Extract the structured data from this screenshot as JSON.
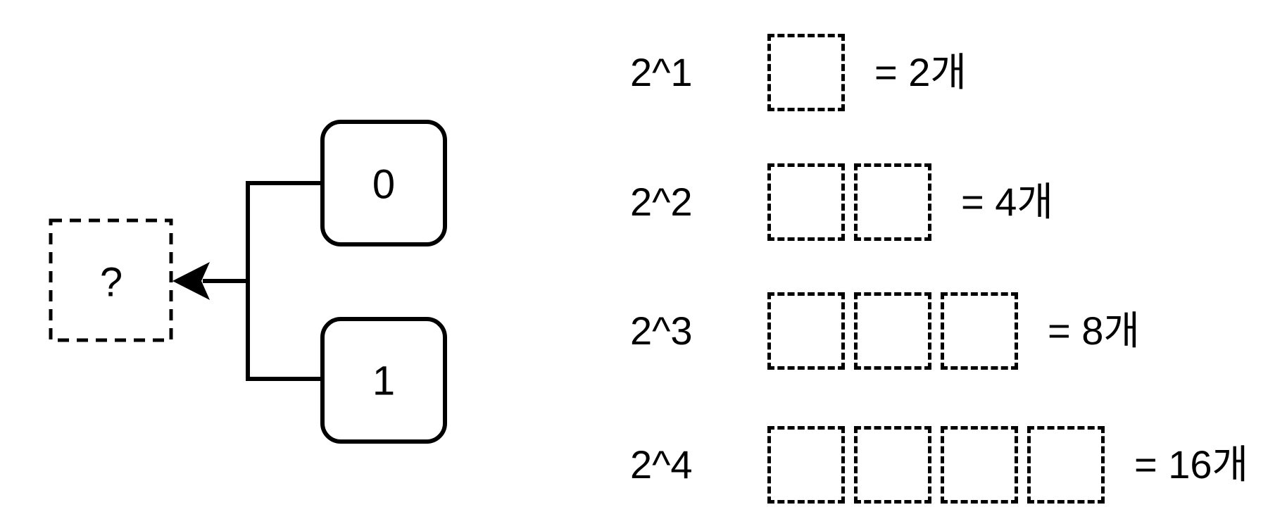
{
  "colors": {
    "ink": "#000000",
    "background": "#ffffff"
  },
  "tree": {
    "unknown_label": "?",
    "children": [
      {
        "label": "0"
      },
      {
        "label": "1"
      }
    ]
  },
  "powers": {
    "rows": [
      {
        "label": "2^1",
        "box_count": 1,
        "result": "= 2개",
        "value": 2
      },
      {
        "label": "2^2",
        "box_count": 2,
        "result": "= 4개",
        "value": 4
      },
      {
        "label": "2^3",
        "box_count": 3,
        "result": "= 8개",
        "value": 8
      },
      {
        "label": "2^4",
        "box_count": 4,
        "result": "= 16개",
        "value": 16
      }
    ]
  }
}
